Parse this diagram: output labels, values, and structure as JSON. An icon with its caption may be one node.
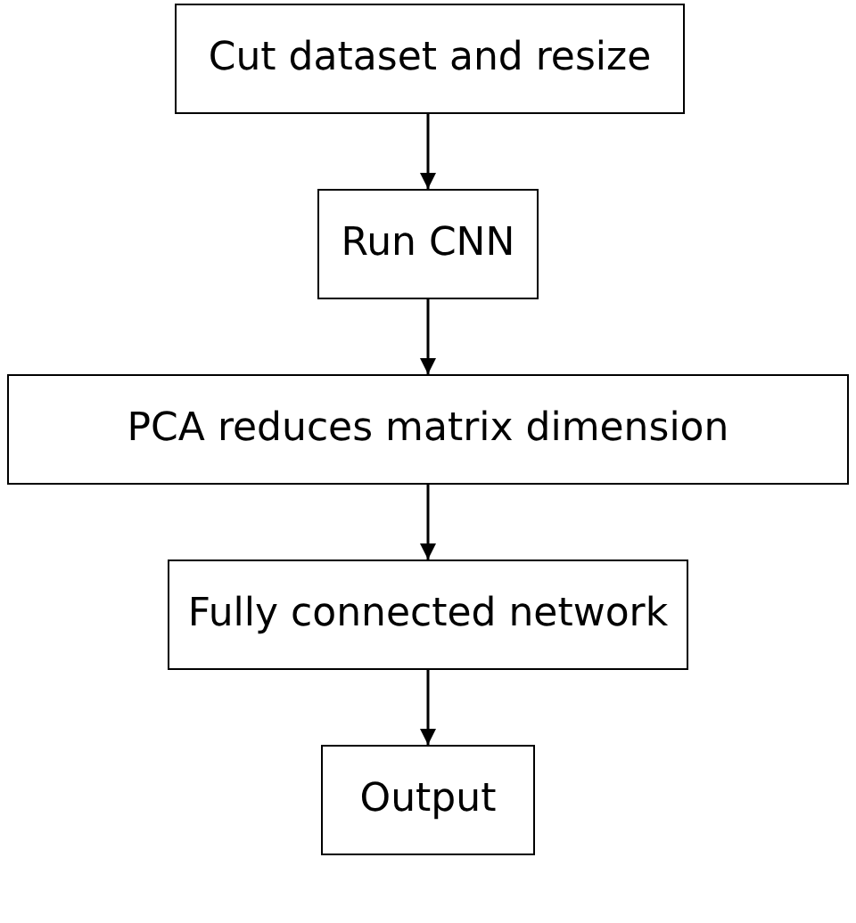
{
  "diagram": {
    "nodes": [
      {
        "text": [
          "Cut dataset and resize"
        ]
      },
      {
        "text": [
          "Run CNN"
        ]
      },
      {
        "text": [
          "PCA reduces matrix dimension"
        ]
      },
      {
        "text": [
          "Fully connected network"
        ]
      },
      {
        "text": [
          "Output"
        ]
      }
    ],
    "edges": [
      {
        "from": 0,
        "to": 1,
        "arrow": "to"
      },
      {
        "from": 1,
        "to": 2,
        "arrow": "to"
      },
      {
        "from": 2,
        "to": 3,
        "arrow": "to"
      },
      {
        "from": 3,
        "to": 4,
        "arrow": "to"
      }
    ]
  }
}
